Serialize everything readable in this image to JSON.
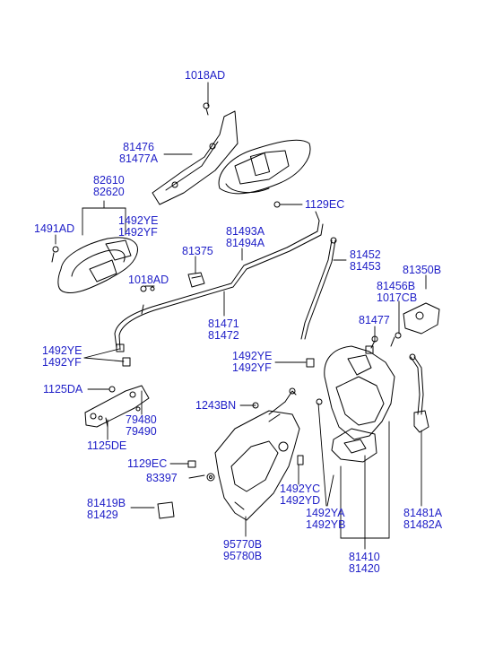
{
  "labels": {
    "p1018ad_top": [
      "1018AD"
    ],
    "p81476": [
      "81476",
      "81477A"
    ],
    "p82610": [
      "82610",
      "82620"
    ],
    "p1129ec_top": [
      "1129EC"
    ],
    "p1491ad": [
      "1491AD"
    ],
    "p1492ye_a": [
      "1492YE",
      "1492YF"
    ],
    "p81493a": [
      "81493A",
      "81494A"
    ],
    "p81375": [
      "81375"
    ],
    "p81452": [
      "81452",
      "81453"
    ],
    "p81350b": [
      "81350B"
    ],
    "p1018ad_mid": [
      "1018AD"
    ],
    "p81456b": [
      "81456B",
      "1017CB"
    ],
    "p81471": [
      "81471",
      "81472"
    ],
    "p81477": [
      "81477"
    ],
    "p1492ye_b": [
      "1492YE",
      "1492YF"
    ],
    "p1492ye_c": [
      "1492YE",
      "1492YF"
    ],
    "p1125da": [
      "1125DA"
    ],
    "p1243bn": [
      "1243BN"
    ],
    "p79480": [
      "79480",
      "79490"
    ],
    "p1125de": [
      "1125DE"
    ],
    "p1129ec_bot": [
      "1129EC"
    ],
    "p83397": [
      "83397"
    ],
    "p1492yc": [
      "1492YC",
      "1492YD"
    ],
    "p81419b": [
      "81419B",
      "81429"
    ],
    "p1492ya": [
      "1492YA",
      "1492YB"
    ],
    "p81481a": [
      "81481A",
      "81482A"
    ],
    "p95770b": [
      "95770B",
      "95780B"
    ],
    "p81410": [
      "81410",
      "81420"
    ]
  },
  "colors": {
    "label_text": "#2020c8",
    "linework": "#000000"
  }
}
